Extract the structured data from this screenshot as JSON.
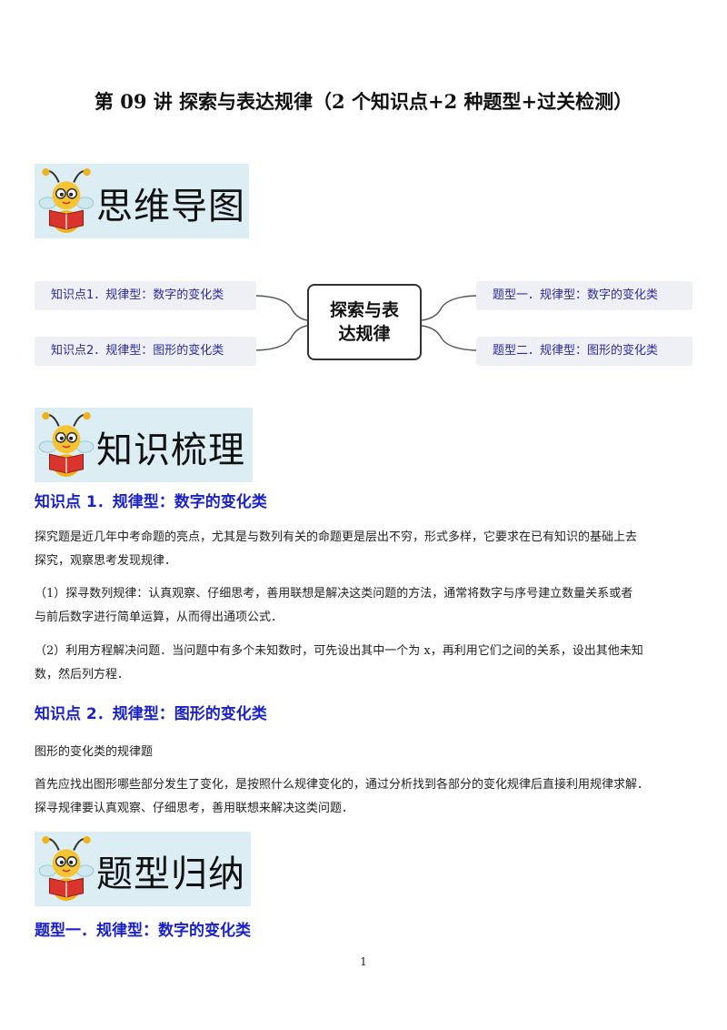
{
  "title": "第 09 讲  探索与表达规律（2 个知识点+2 种题型+过关检测）",
  "banners": {
    "mindmap": "思维导图",
    "knowledge": "知识梳理",
    "types": "题型归纳"
  },
  "mindmap": {
    "center": [
      "探索与表",
      "达规律"
    ],
    "left": [
      "知识点1．规律型：数字的变化类",
      "知识点2．规律型：图形的变化类"
    ],
    "right": [
      "题型一．规律型：数字的变化类",
      "题型二．规律型：图形的变化类"
    ]
  },
  "section1": {
    "heading": "知识点 1．规律型：数字的变化类",
    "p1_l1": "探究题是近几年中考命题的亮点，尤其是与数列有关的命题更是层出不穷，形式多样，它要求在已有知识的基础上去",
    "p1_l2": "探究，观察思考发现规律．",
    "p2_l1": "（1）探寻数列规律：认真观察、仔细思考，善用联想是解决这类问题的方法，通常将数字与序号建立数量关系或者",
    "p2_l2": "与前后数字进行简单运算，从而得出通项公式．",
    "p3_l1": "（2）利用方程解决问题．当问题中有多个未知数时，可先设出其中一个为 x，再利用它们之间的关系，设出其他未知",
    "p3_l2": "数，然后列方程．"
  },
  "section2": {
    "heading": "知识点 2．规律型：图形的变化类",
    "p1": "图形的变化类的规律题",
    "p2_l1": "首先应找出图形哪些部分发生了变化，是按照什么规律变化的，通过分析找到各部分的变化规律后直接利用规律求解．",
    "p2_l2": "探寻规律要认真观察、仔细思考，善用联想来解决这类问题．"
  },
  "section3": {
    "heading": "题型一．规律型：数字的变化类"
  },
  "page_number": "1",
  "colors": {
    "heading": "#1a22c8",
    "banner_bg": "#dceef3",
    "node_bg": "#eef0f5",
    "node_text": "#2a2aa8"
  }
}
